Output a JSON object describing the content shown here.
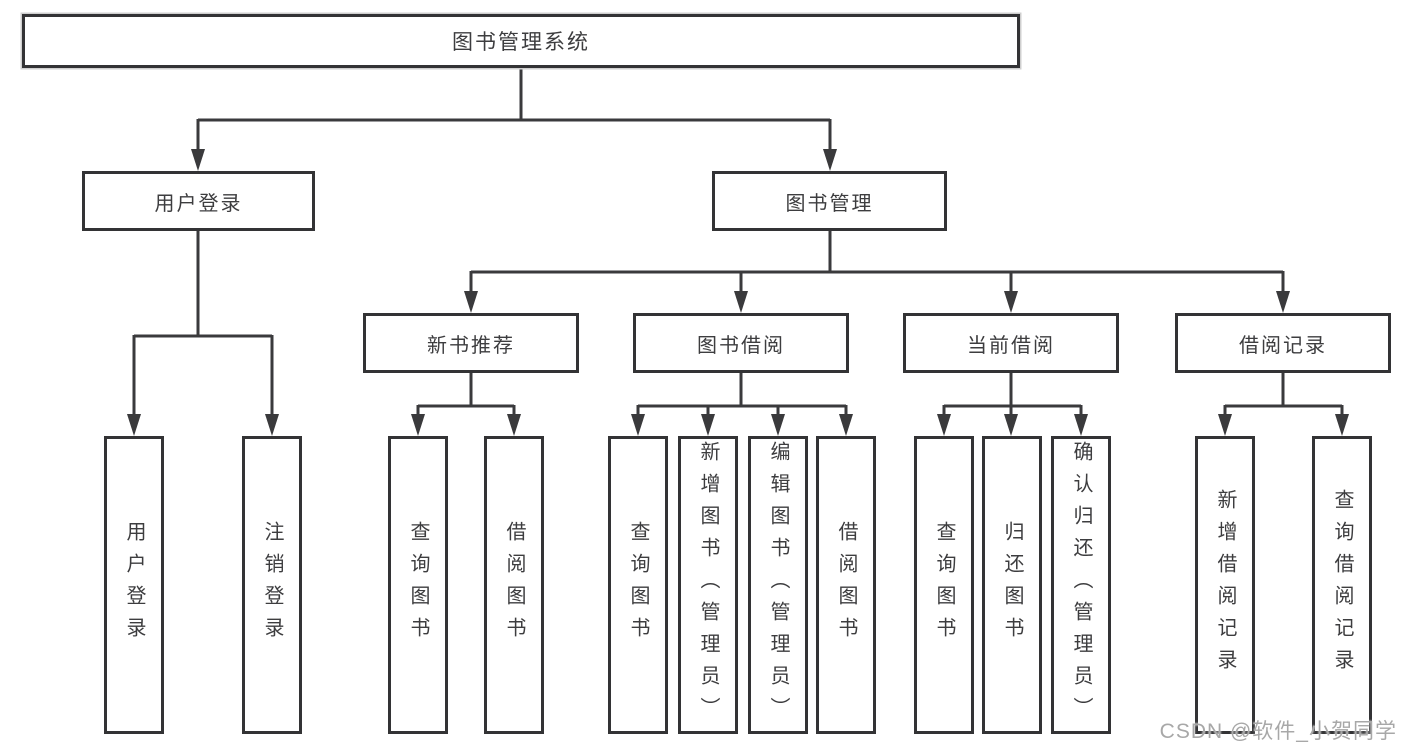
{
  "diagram": {
    "root": "图书管理系统",
    "l2": [
      "用户登录",
      "图书管理"
    ],
    "l3": [
      "新书推荐",
      "图书借阅",
      "当前借阅",
      "借阅记录"
    ],
    "leaves": [
      "用户登录",
      "注销登录",
      "查询图书",
      "借阅图书",
      "查询图书",
      "新增图书（管理员）",
      "编辑图书（管理员）",
      "借阅图书",
      "查询图书",
      "归还图书",
      "确认归还（管理员）",
      "新增借阅记录",
      "查询借阅记录"
    ]
  },
  "watermark": "CSDN @软件_小贺同学",
  "colors": {
    "line": "#3a3a3c",
    "border": "#333335",
    "text": "#3d3d3f",
    "background": "#ffffff",
    "watermark": "#a8a8a8"
  }
}
